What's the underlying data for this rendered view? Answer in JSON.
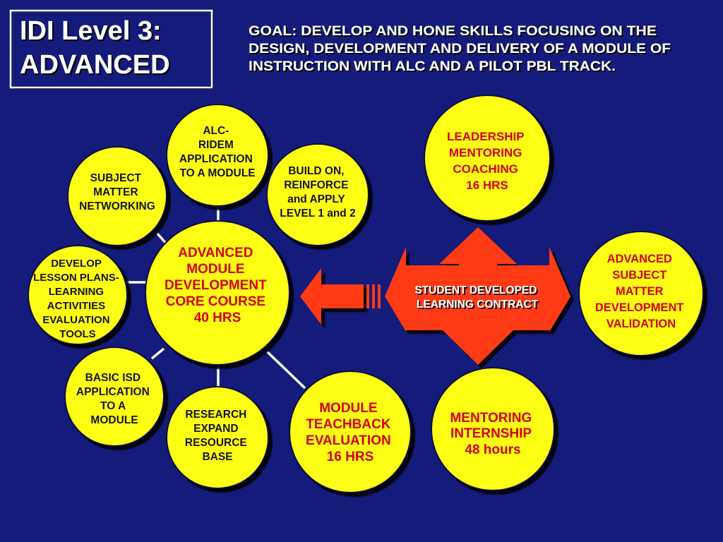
{
  "title": {
    "lines": [
      "IDI Level 3:",
      "ADVANCED"
    ]
  },
  "goal": {
    "lines": [
      "GOAL:  DEVELOP AND HONE SKILLS FOCUSING ON THE",
      "DESIGN, DEVELOPMENT AND DELIVERY OF A MODULE OF",
      "INSTRUCTION WITH ALC AND A PILOT PBL TRACK."
    ]
  },
  "colors": {
    "background": "#151b7a",
    "circle_fill": "#ffff14",
    "circle_text_dark": "#141414",
    "circle_text_red": "#d40000",
    "arrow_fill": "#ff3b12",
    "connector": "#ffffff"
  },
  "nodes": {
    "center": {
      "lines": [
        "ADVANCED",
        "MODULE",
        "DEVELOPMENT",
        "CORE COURSE",
        "40 HRS"
      ]
    },
    "alc_ridem": {
      "lines": [
        "ALC-",
        "RIDEM",
        "APPLICATION",
        "TO A MODULE"
      ]
    },
    "build_on": {
      "lines": [
        "BUILD ON,",
        "REINFORCE",
        "and APPLY",
        "LEVEL 1 and 2"
      ]
    },
    "subject": {
      "lines": [
        "SUBJECT",
        "MATTER",
        "NETWORKING"
      ]
    },
    "develop": {
      "lines": [
        "DEVELOP",
        "LESSON PLANS-",
        "LEARNING",
        "ACTIVITIES",
        "EVALUATION",
        "TOOLS"
      ]
    },
    "basic_isd": {
      "lines": [
        "BASIC ISD",
        "APPLICATION",
        "TO A",
        "MODULE"
      ]
    },
    "research": {
      "lines": [
        "RESEARCH",
        "EXPAND",
        "RESOURCE",
        "BASE"
      ]
    },
    "teachback": {
      "lines": [
        "MODULE",
        "TEACHBACK",
        "EVALUATION",
        "16 HRS"
      ]
    },
    "leadership": {
      "lines": [
        "LEADERSHIP",
        "MENTORING",
        "COACHING",
        "16 HRS"
      ]
    },
    "adv_subject": {
      "lines": [
        "ADVANCED",
        "SUBJECT",
        "MATTER",
        "DEVELOPMENT",
        "VALIDATION"
      ]
    },
    "mentoring": {
      "lines": [
        "MENTORING",
        "INTERNSHIP",
        "48 hours"
      ]
    }
  },
  "contract": {
    "lines": [
      "STUDENT DEVELOPED",
      "LEARNING CONTRACT"
    ]
  }
}
